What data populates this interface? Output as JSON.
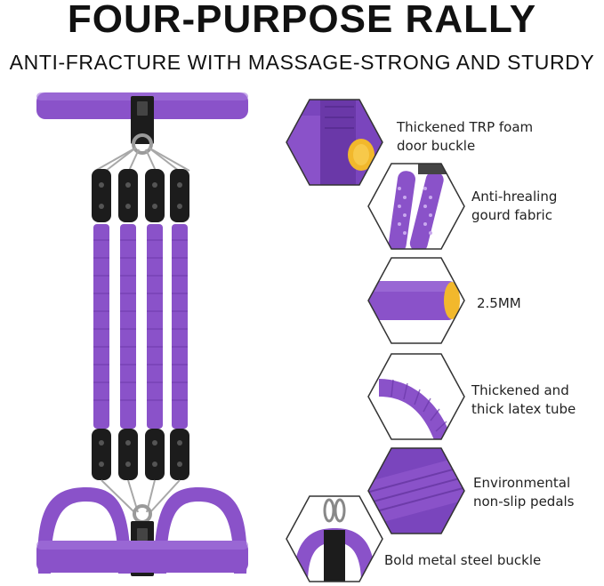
{
  "header": {
    "title": "FOUR-PURPOSE RALLY",
    "subtitle": "ANTI-FRACTURE WITH MASSAGE-STRONG AND STURDY"
  },
  "colors": {
    "purple": "#8a52c9",
    "purple_dark": "#6a38a8",
    "purple_light": "#a377dc",
    "black": "#1c1c1c",
    "yellow": "#f2b82c"
  },
  "product": {
    "image_icon": "pedal-exerciser-4-tube-icon"
  },
  "features": [
    {
      "icon": "door-buckle-icon",
      "lines": [
        "Thickened TRP foam",
        "door buckle"
      ]
    },
    {
      "icon": "gourd-fabric-icon",
      "lines": [
        "Anti-hrealing",
        "gourd fabric"
      ]
    },
    {
      "icon": "foam-handle-icon",
      "lines": [
        "2.5MM"
      ]
    },
    {
      "icon": "latex-tube-icon",
      "lines": [
        "Thickened and",
        "thick latex tube"
      ]
    },
    {
      "icon": "pedal-icon",
      "lines": [
        "Environmental",
        "non-slip pedals"
      ]
    },
    {
      "icon": "steel-buckle-icon",
      "lines": [
        "Bold metal steel buckle"
      ]
    }
  ]
}
